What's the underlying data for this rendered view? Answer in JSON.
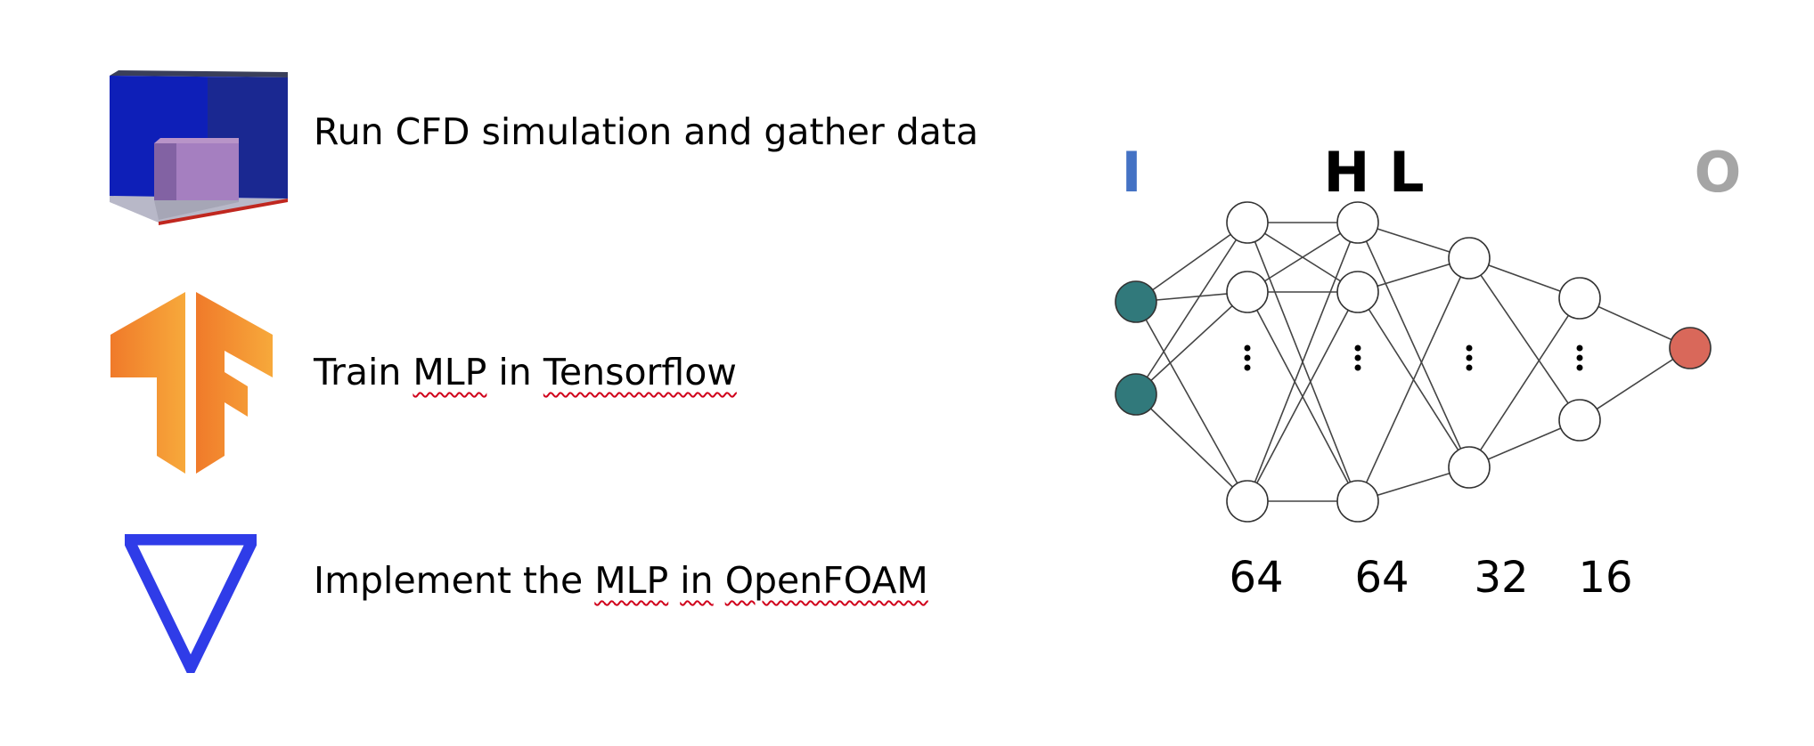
{
  "steps": [
    {
      "parts": [
        "Run CFD simulation and gather data"
      ],
      "icon": "cfd-cube-icon"
    },
    {
      "parts": [
        "Train ",
        "MLP",
        " in ",
        "Tensorflow"
      ],
      "icon": "tensorflow-logo-icon"
    },
    {
      "parts": [
        "Implement the ",
        "MLP",
        " ",
        "in",
        " ",
        "OpenFOAM"
      ],
      "icon": "openfoam-logo-icon"
    }
  ],
  "network": {
    "labels": {
      "input": "I",
      "hidden": "H L",
      "output": "O"
    },
    "label_colors": {
      "input": "#4472c4",
      "hidden": "#000000",
      "output": "#a5a5a5"
    },
    "layer_sizes": [
      "64",
      "64",
      "32",
      "16"
    ],
    "colors": {
      "input_node": "#31797b",
      "output_node": "#d9685a",
      "hidden_node": "#ffffff",
      "edge": "#444444"
    }
  }
}
